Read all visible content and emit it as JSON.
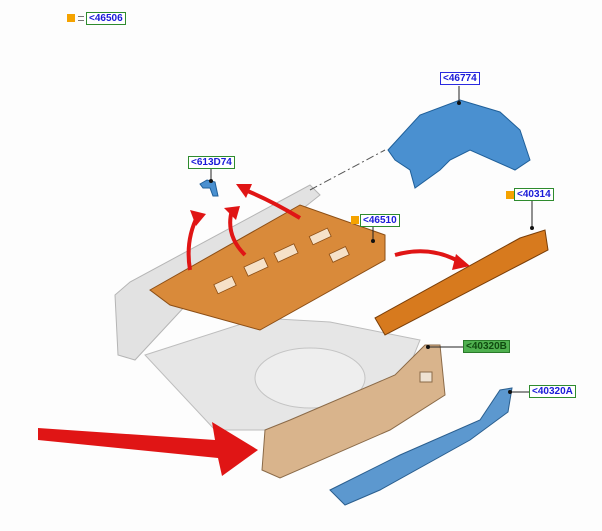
{
  "labels": {
    "legend_ref": "<46506",
    "rear_bracket": "<46774",
    "small_bracket": "<613D74",
    "floor_panel": "<46510",
    "cross_member": "<40314",
    "rear_panel_inner": "<40320B",
    "rear_panel_outer": "<40320A"
  },
  "colors": {
    "label_text": "#1a1ad8",
    "label_border": "#2e8b2e",
    "marker": "#f5a300",
    "arrow": "#e01515",
    "part_orange": "#d98a3a",
    "part_blue": "#4a90d0",
    "part_tan": "#d9b48c",
    "part_grey": "#e4e4e4"
  }
}
